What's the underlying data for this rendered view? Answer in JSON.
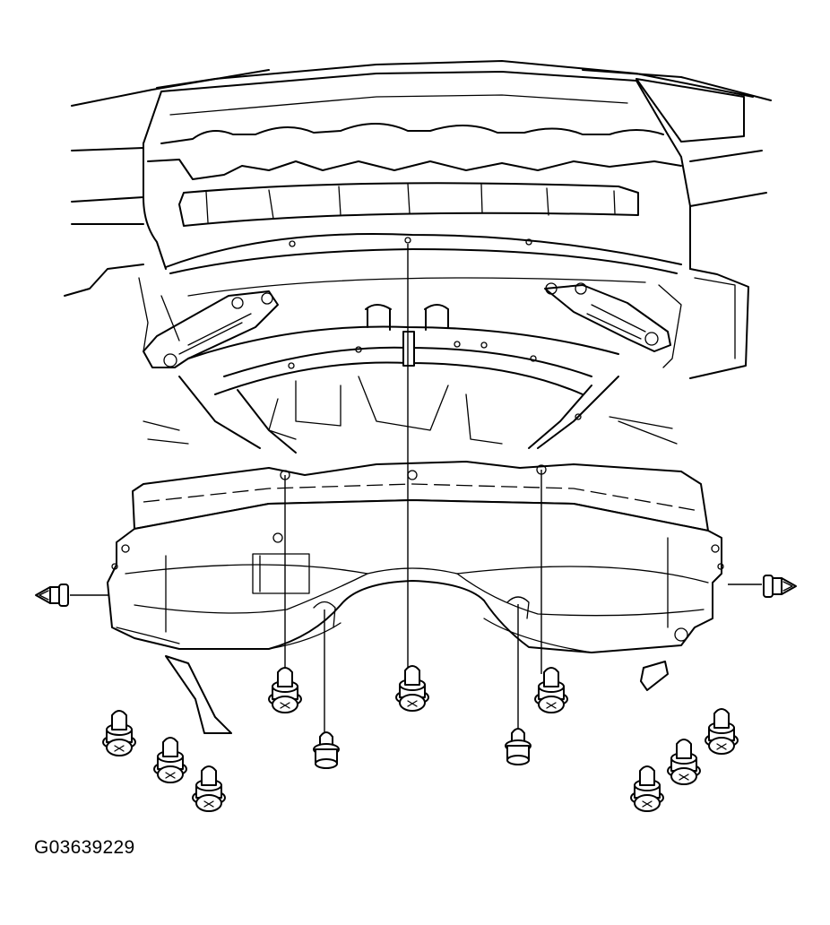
{
  "figure": {
    "id_code": "G03639229"
  },
  "parts": {
    "upper_assembly": "front-bumper-and-crossmember",
    "lower_assembly": "engine-under-cover",
    "fastener_types": [
      "bolt",
      "clip"
    ]
  }
}
